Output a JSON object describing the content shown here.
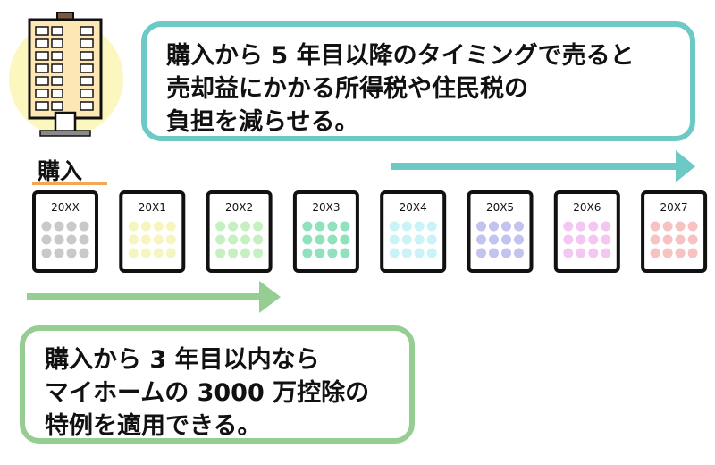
{
  "callouts": {
    "top": [
      "購入から 5 年目以降のタイミングで売ると",
      "売却益にかかる所得税や住民税の",
      "負担を減らせる。"
    ],
    "bottom": [
      "購入から 3 年目以内なら",
      "マイホームの 3000 万控除の",
      "特例を適用できる。"
    ]
  },
  "purchase_label": "購入",
  "calendars": [
    {
      "label": "20XX",
      "dot_color": "#c9c9c9"
    },
    {
      "label": "20X1",
      "dot_color": "#f6f4bf"
    },
    {
      "label": "20X2",
      "dot_color": "#c6f0c2"
    },
    {
      "label": "20X3",
      "dot_color": "#8fe2bb"
    },
    {
      "label": "20X4",
      "dot_color": "#c9f3f6"
    },
    {
      "label": "20X5",
      "dot_color": "#c3c3ef"
    },
    {
      "label": "20X6",
      "dot_color": "#f4c7f3"
    },
    {
      "label": "20X7",
      "dot_color": "#f6c2c2"
    }
  ],
  "colors": {
    "teal": "#6cc9c6",
    "green": "#96cd93",
    "underline": "#f0a856",
    "sun": "#fbf7bf"
  }
}
